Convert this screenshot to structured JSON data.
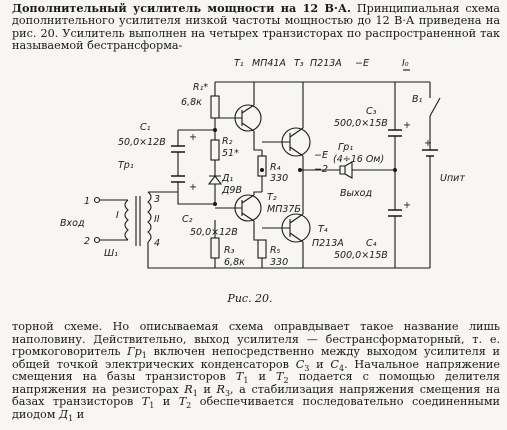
{
  "top_cut_text": "· · ·  ·  ·   ·    ·   ·    ·   ·    ·   ·   ·",
  "heading": "Дополнительный усилитель мощности на 12 В·А.",
  "intro_text": " Принципиальная схема дополнительного усилителя низкой частоты мощностью до 12 В·А приведена на рис. 20. Усилитель выполнен на четырех транзисторах по распространенной так называемой бестрансформа-",
  "schematic": {
    "labels": {
      "T1": "T₁",
      "T1_type": "МП41А",
      "T3": "T₃",
      "T3_type": "П213А",
      "minus_E_top": "−E",
      "I0": "I₀",
      "R1": "R₁*",
      "R1_val": "6,8к",
      "C1": "C₁",
      "C1_val": "50,0×12В",
      "R2": "R₂",
      "R2_val": "51*",
      "C3": "C₃",
      "C3_val": "500,0×15В",
      "B1": "В₁",
      "Tr1": "Тр₁",
      "R4": "R₄",
      "R4_val": "330",
      "Gr1": "Гр₁",
      "Gr1_val": "(4÷16 Ом)",
      "minus_E_mid": "−E",
      "minus_2": "−2",
      "D1": "Д₁",
      "D1_type": "Д9В",
      "U_pit": "Uпит",
      "winding_3": "3",
      "winding_I": "I",
      "winding_II": "II",
      "winding_1": "1",
      "winding_2": "2",
      "winding_4": "4",
      "input": "Вход",
      "Sh1": "Ш₁",
      "C2": "C₂",
      "C2_val": "50,0×12В",
      "T2": "T₂",
      "T2_type": "МП37Б",
      "output": "Выход",
      "T4": "T₄",
      "T4_type": "П213А",
      "R3": "R₃",
      "R3_val": "6,8к",
      "R5": "R₅",
      "R5_val": "330",
      "C4": "C₄",
      "C4_val": "500,0×15В",
      "plus": "+"
    }
  },
  "caption": "Рис. 20.",
  "body": {
    "t1": "торной схеме. Но описываемая схема оправдывает такое название лишь наполовину. Действительно, выход усилителя — бестрансформаторный, т. е. громкоговоритель ",
    "gr1": "Гр",
    "gr1_sub": "1",
    "t2": " включен непосредственно между выходом усилителя и общей точкой электрических конденсаторов ",
    "c3": "C",
    "c3_sub": "3",
    "t3": " и ",
    "c4": "C",
    "c4_sub": "4",
    "t4": ". Начальное напряжение смещения на базы транзисторов ",
    "tt1": "T",
    "tt1_sub": "1",
    "t5": " и ",
    "tt2": "T",
    "tt2_sub": "2",
    "t6": " подается с помощью делителя напряжения на резисторах ",
    "r1": "R",
    "r1_sub": "1",
    "t7": " и ",
    "r3": "R",
    "r3_sub": "3",
    "t8": ", а стабилизация напряжения смещения на базах транзисторов ",
    "tt1b": "T",
    "tt1b_sub": "1",
    "t9": " и ",
    "tt2b": "T",
    "tt2b_sub": "2",
    "t10": " обеспечивается последовательно соединенными диодом ",
    "d1": "Д",
    "d1_sub": "1",
    "t11": " и"
  }
}
